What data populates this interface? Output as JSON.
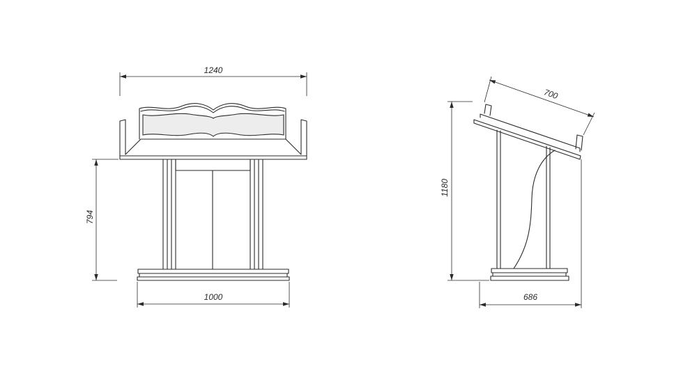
{
  "dimensions": {
    "front_overall_width": "1240",
    "front_height": "794",
    "front_base_width": "1000",
    "side_desk_depth": "700",
    "side_total_height": "1180",
    "side_base_depth": "686"
  }
}
